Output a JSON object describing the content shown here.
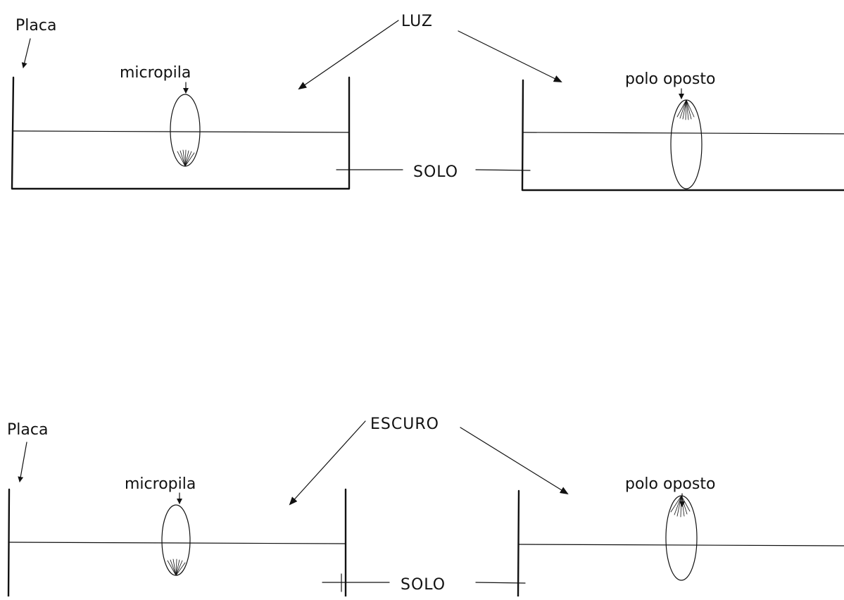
{
  "panels": [
    {
      "condition": "LUZ",
      "plate_label": "Placa",
      "left_seed_label": "micropila",
      "right_seed_label": "polo oposto",
      "soil_label": "SOLO"
    },
    {
      "condition": "ESCURO",
      "plate_label": "Placa",
      "left_seed_label": "micropila",
      "right_seed_label": "polo oposto",
      "soil_label": "SOLO"
    }
  ],
  "colors": {
    "ink": "#111111",
    "background": "#ffffff"
  }
}
